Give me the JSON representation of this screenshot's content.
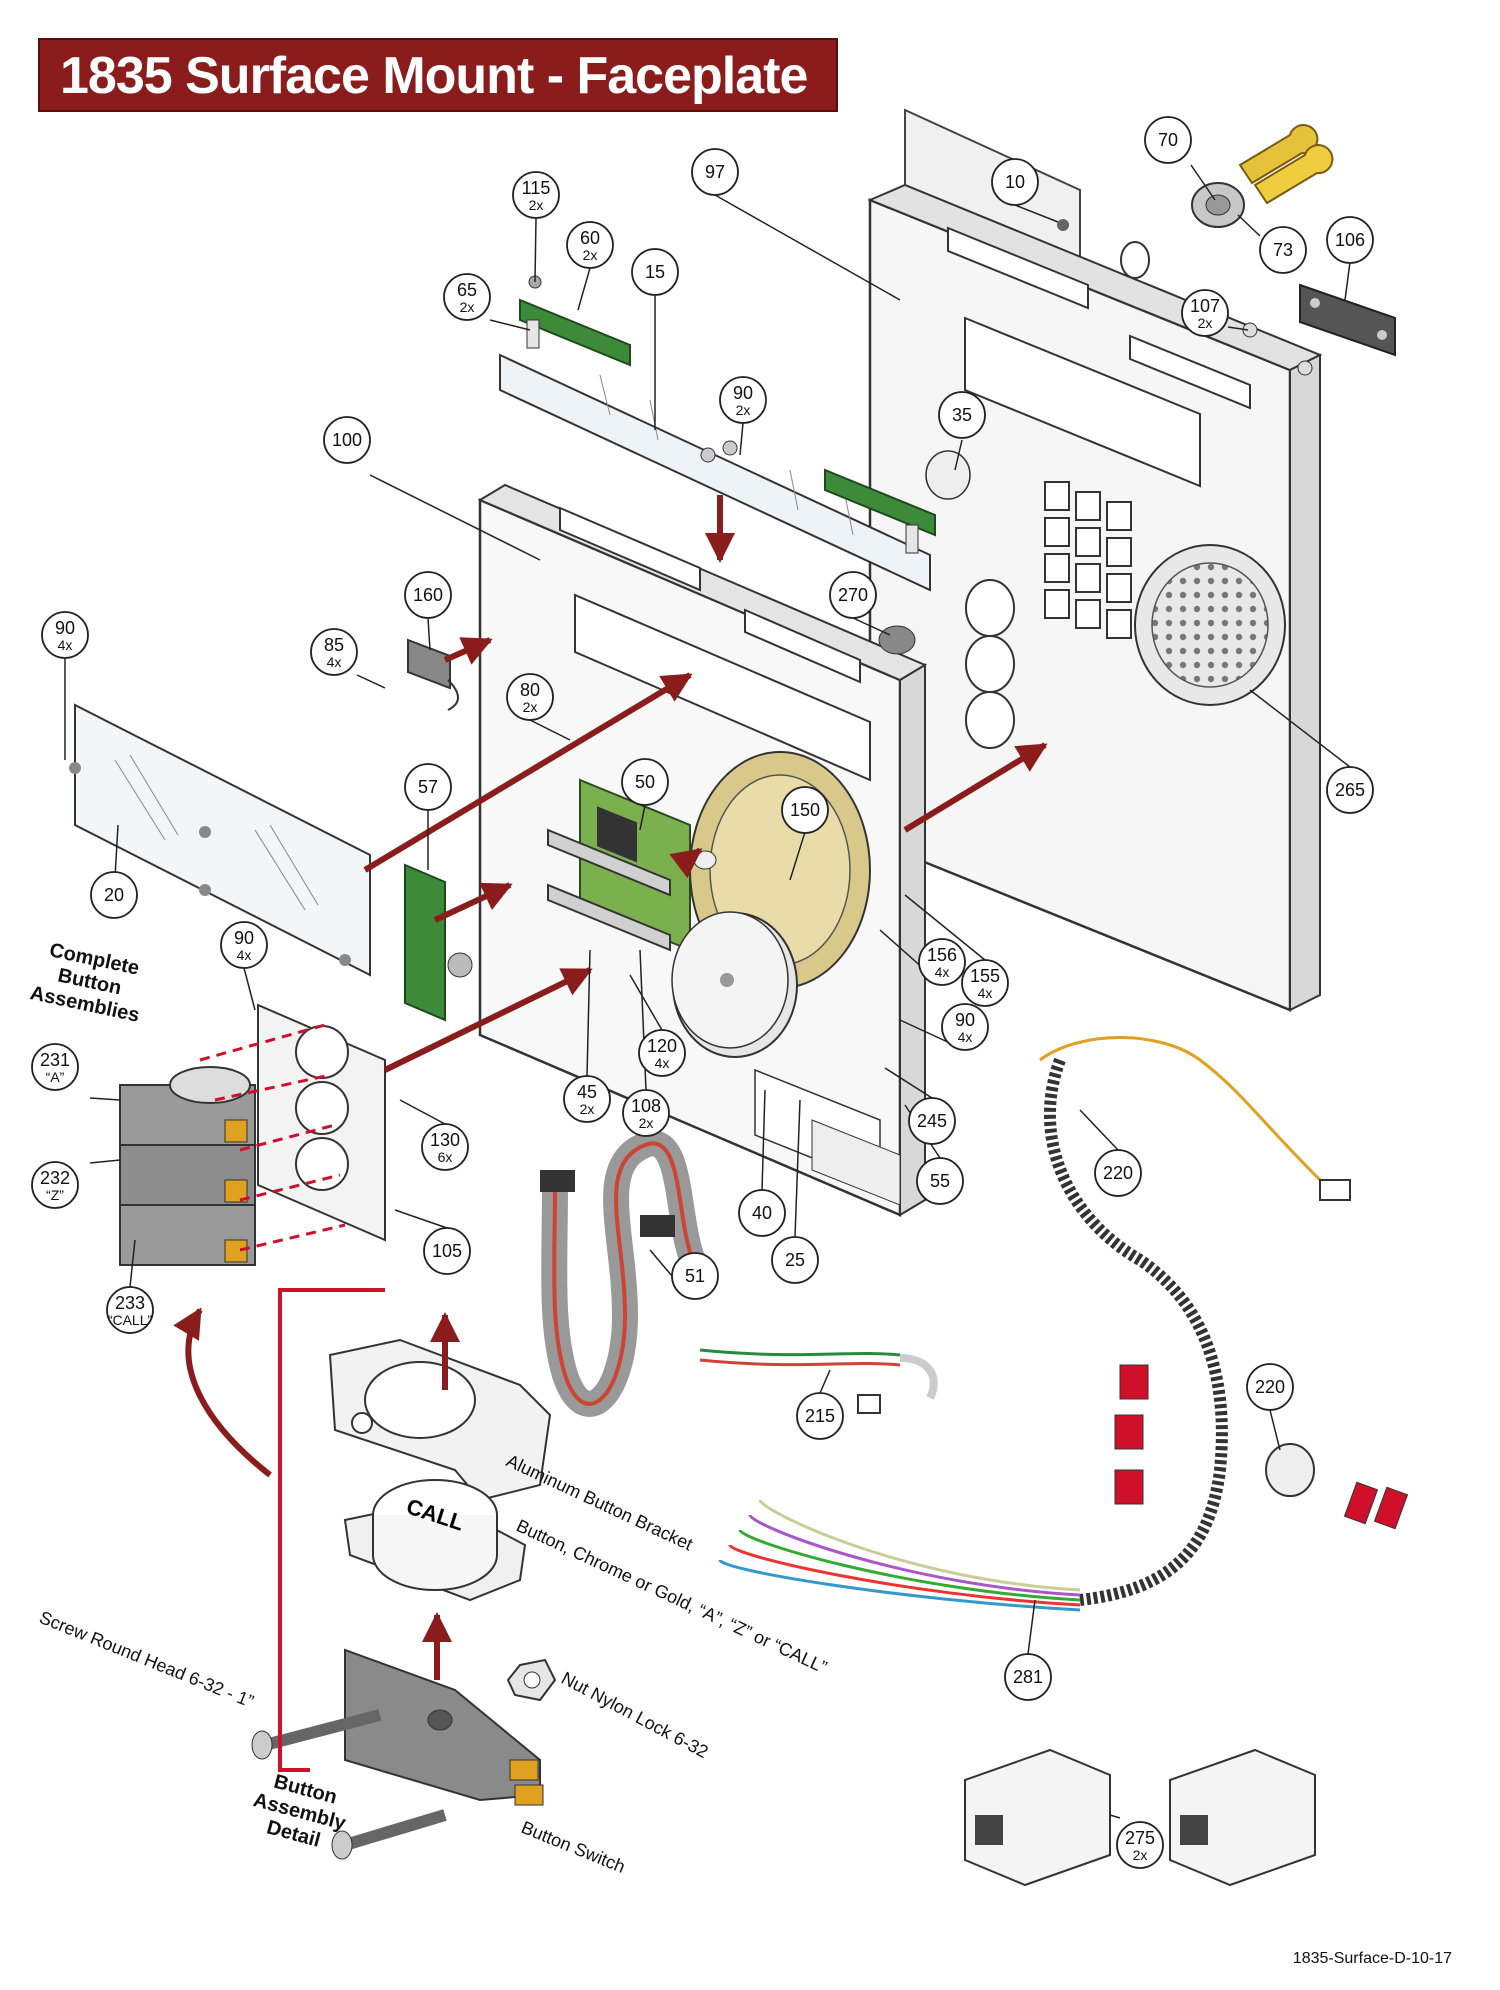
{
  "title": "1835 Surface Mount - Faceplate",
  "footer_code": "1835-Surface-D-10-17",
  "colors": {
    "title_bg": "#8b1c1c",
    "arrow": "#8b1c1c",
    "pcb_green": "#3d8a3a",
    "panel_gray": "#f2f2f2",
    "wire_red": "#d0102a"
  },
  "callouts": [
    {
      "num": "115",
      "qty": "2x"
    },
    {
      "num": "60",
      "qty": "2x"
    },
    {
      "num": "65",
      "qty": "2x"
    },
    {
      "num": "15",
      "qty": ""
    },
    {
      "num": "97",
      "qty": ""
    },
    {
      "num": "10",
      "qty": ""
    },
    {
      "num": "70",
      "qty": ""
    },
    {
      "num": "73",
      "qty": ""
    },
    {
      "num": "106",
      "qty": ""
    },
    {
      "num": "107",
      "qty": "2x"
    },
    {
      "num": "90",
      "qty": "2x"
    },
    {
      "num": "35",
      "qty": ""
    },
    {
      "num": "100",
      "qty": ""
    },
    {
      "num": "160",
      "qty": ""
    },
    {
      "num": "270",
      "qty": ""
    },
    {
      "num": "90",
      "qty": "4x"
    },
    {
      "num": "85",
      "qty": "4x"
    },
    {
      "num": "80",
      "qty": "2x"
    },
    {
      "num": "265",
      "qty": ""
    },
    {
      "num": "57",
      "qty": ""
    },
    {
      "num": "50",
      "qty": ""
    },
    {
      "num": "150",
      "qty": ""
    },
    {
      "num": "20",
      "qty": ""
    },
    {
      "num": "90",
      "qty": "4x"
    },
    {
      "num": "155",
      "qty": "4x"
    },
    {
      "num": "156",
      "qty": "4x"
    },
    {
      "num": "120",
      "qty": "4x"
    },
    {
      "num": "90",
      "qty": "4x"
    },
    {
      "num": "245",
      "qty": ""
    },
    {
      "num": "45",
      "qty": "2x"
    },
    {
      "num": "108",
      "qty": "2x"
    },
    {
      "num": "130",
      "qty": "6x"
    },
    {
      "num": "40",
      "qty": ""
    },
    {
      "num": "25",
      "qty": ""
    },
    {
      "num": "55",
      "qty": ""
    },
    {
      "num": "105",
      "qty": ""
    },
    {
      "num": "220",
      "qty": ""
    },
    {
      "num": "231",
      "qty": "“A”"
    },
    {
      "num": "232",
      "qty": "“Z”"
    },
    {
      "num": "233",
      "qty": "“CALL”"
    },
    {
      "num": "51",
      "qty": ""
    },
    {
      "num": "215",
      "qty": ""
    },
    {
      "num": "220",
      "qty": ""
    },
    {
      "num": "281",
      "qty": ""
    },
    {
      "num": "275",
      "qty": "2x"
    }
  ],
  "side_heading": [
    "Complete",
    "Button",
    "Assemblies"
  ],
  "detail_heading": [
    "Button",
    "Assembly",
    "Detail"
  ],
  "detail_labels": {
    "bracket": "Aluminum Button Bracket",
    "button": "Button, Chrome or Gold, “A”, “Z” or “CALL”",
    "screw": "Screw Round Head 6-32 - 1”",
    "nut": "Nut Nylon Lock 6-32",
    "switch": "Button Switch"
  },
  "button_cap_text": "CALL"
}
